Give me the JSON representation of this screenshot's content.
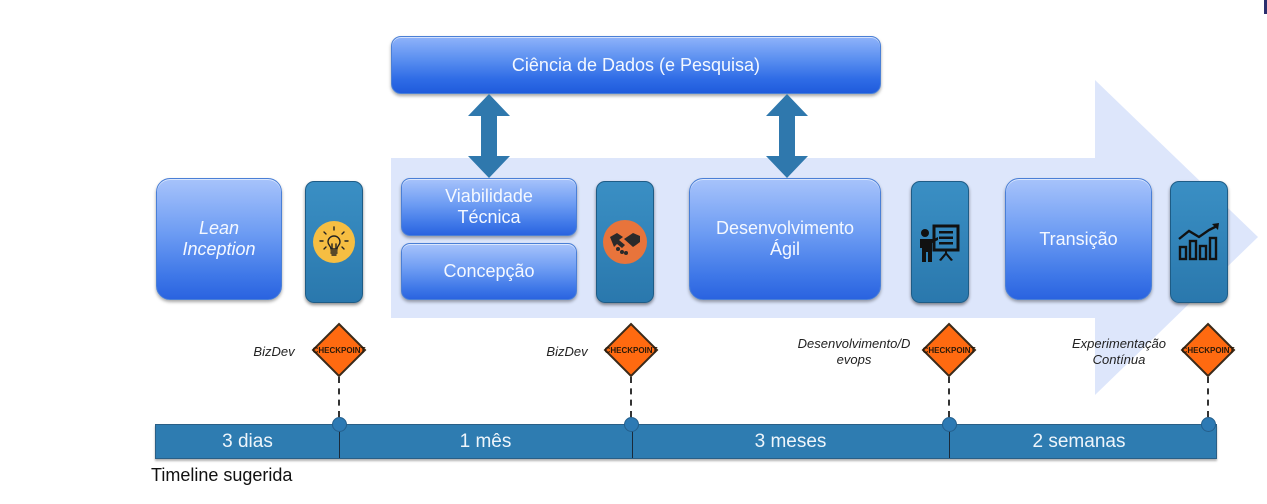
{
  "research_box": {
    "label": "Ciência de Dados (e Pesquisa)"
  },
  "phases": [
    {
      "id": "lean-inception",
      "label_line1": "Lean",
      "label_line2": "Inception",
      "italic": true
    },
    {
      "id": "viabilidade",
      "label_line1": "Viabilidade",
      "label_line2": "Técnica"
    },
    {
      "id": "concepcao",
      "label_line1": "Concepção"
    },
    {
      "id": "desenvolvimento",
      "label_line1": "Desenvolvimento",
      "label_line2": "Ágil"
    },
    {
      "id": "transicao",
      "label_line1": "Transição"
    }
  ],
  "icon_cards": [
    {
      "icon": "lightbulb-icon",
      "bg": "#f6be42"
    },
    {
      "icon": "handshake-icon",
      "bg": "#e8743b"
    },
    {
      "icon": "presentation-icon"
    },
    {
      "icon": "growth-chart-icon"
    }
  ],
  "checkpoints": [
    {
      "label_line1": "BizDev",
      "sign_text": "CHECKPOINT"
    },
    {
      "label_line1": "BizDev",
      "sign_text": "CHECKPOINT"
    },
    {
      "label_line1": "Desenvolvimento/D",
      "label_line2": "evops",
      "sign_text": "CHECKPOINT"
    },
    {
      "label_line1": "Experimentação",
      "label_line2": "Contínua",
      "sign_text": "CHECKPOINT"
    }
  ],
  "timeline": {
    "segments": [
      "3 dias",
      "1 mês",
      "3 meses",
      "2 semanas"
    ],
    "caption": "Timeline sugerida"
  },
  "colors": {
    "arrow_fill": "#dbe5fb",
    "phase_blue": "#4a80ea",
    "card_blue": "#2f82b8",
    "timeline_blue": "#2e7cb1",
    "checkpoint_orange": "#ff6a10"
  }
}
